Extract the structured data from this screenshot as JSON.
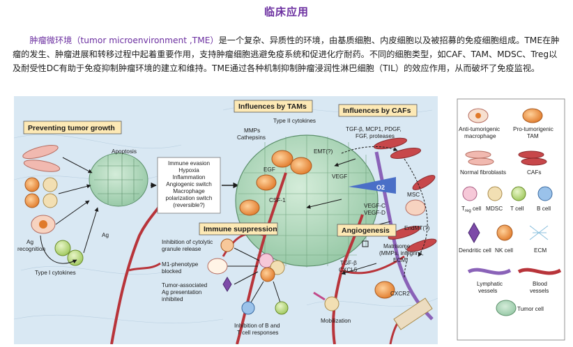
{
  "page": {
    "title": "临床应用",
    "intro_highlight": "肿瘤微环境（tumor microenvironment ,TME）",
    "intro_rest": "是一个复杂、异质性的环境，由基质细胞、内皮细胞以及被招募的免疫细胞组成。TME在肿瘤的发生、肿瘤进展和转移过程中起着重要作用，支持肿瘤细胞逃避免疫系统和促进化疗耐药。不同的细胞类型，如CAF、TAM、MDSC、Treg以及耐受性DC有助于免疫抑制肿瘤环境的建立和维持。TME通过各种机制抑制肿瘤浸润性淋巴细胞（TIL）的效应作用，从而破坏了免疫监视。"
  },
  "figure": {
    "boxes": {
      "preventing": "Preventing tumor growth",
      "tams": "Influences by TAMs",
      "cafs": "Influences by CAFs",
      "immune": "Immune suppression",
      "angio": "Angiogenesis"
    },
    "evasion_lines": [
      "Immune evasion",
      "Hypoxia",
      "Inflammation",
      "Angiogenic switch",
      "Macrophage",
      "polarization switch",
      "(reversible?)"
    ],
    "labels": {
      "apoptosis": "Apoptosis",
      "ag_recognition_1": "Ag",
      "ag_recognition_2": "recognition",
      "ag": "Ag",
      "type1": "Type I cytokines",
      "type2": "Type II cytokines",
      "mmps": "MMPs",
      "cathepsins": "Cathepsins",
      "tgf_list_1": "TGF-β, MCP1, PDGF,",
      "tgf_list_2": "FGF, proteases",
      "emt": "EMT(?)",
      "egf": "EGF",
      "vegf": "VEGF",
      "o2": "O2",
      "msc": "MSC",
      "csf1": "CSF-1",
      "vegfc": "VEGF-C",
      "vegfd": "VEGF-D",
      "endmt": "EndMT(?)",
      "matrisome_1": "Matrisome",
      "matrisome_2": "(MMPs, integrins,",
      "matrisome_3": "ECM)",
      "tgfb": "TGF-β",
      "cxcl5": "CXCL5",
      "cxcr2": "CXCR2",
      "mobilization": "Mobilization",
      "inhib1_1": "Inhibition of cytolytic",
      "inhib1_2": "granule release",
      "m1_1": "M1-phenotype",
      "m1_2": "blocked",
      "tumor_ag_1": "Tumor-associated",
      "tumor_ag_2": "Ag presentation",
      "tumor_ag_3": "inhibited",
      "inhib_bt_1": "Inhibition of B and",
      "inhib_bt_2": "T cell responses"
    },
    "legend": {
      "anti_1": "Anti-tumorigenic",
      "anti_2": "macrophage",
      "pro_1": "Pro-tumorigenic",
      "pro_2": "TAM",
      "normal_fib": "Normal fibroblasts",
      "cafs": "CAFs",
      "treg": "T",
      "treg_sub": "reg",
      "treg_suffix": " cell",
      "mdsc": "MDSC",
      "tcell": "T cell",
      "bcell": "B cell",
      "dendritic": "Dendritic cell",
      "nk": "NK cell",
      "ecm": "ECM",
      "lymph_1": "Lymphatic",
      "lymph_2": "vessels",
      "blood_1": "Blood",
      "blood_2": "vessels",
      "tumor": "Tumor cell"
    },
    "colors": {
      "panel_bg": "#d9e8f3",
      "box_fill": "#fde9b5",
      "tumor_cell": "#a9d6b6",
      "vessel": "#b8343a",
      "tam": "#ef9a44",
      "caf": "#c7474a",
      "accent_title": "#6b2fa0"
    }
  }
}
